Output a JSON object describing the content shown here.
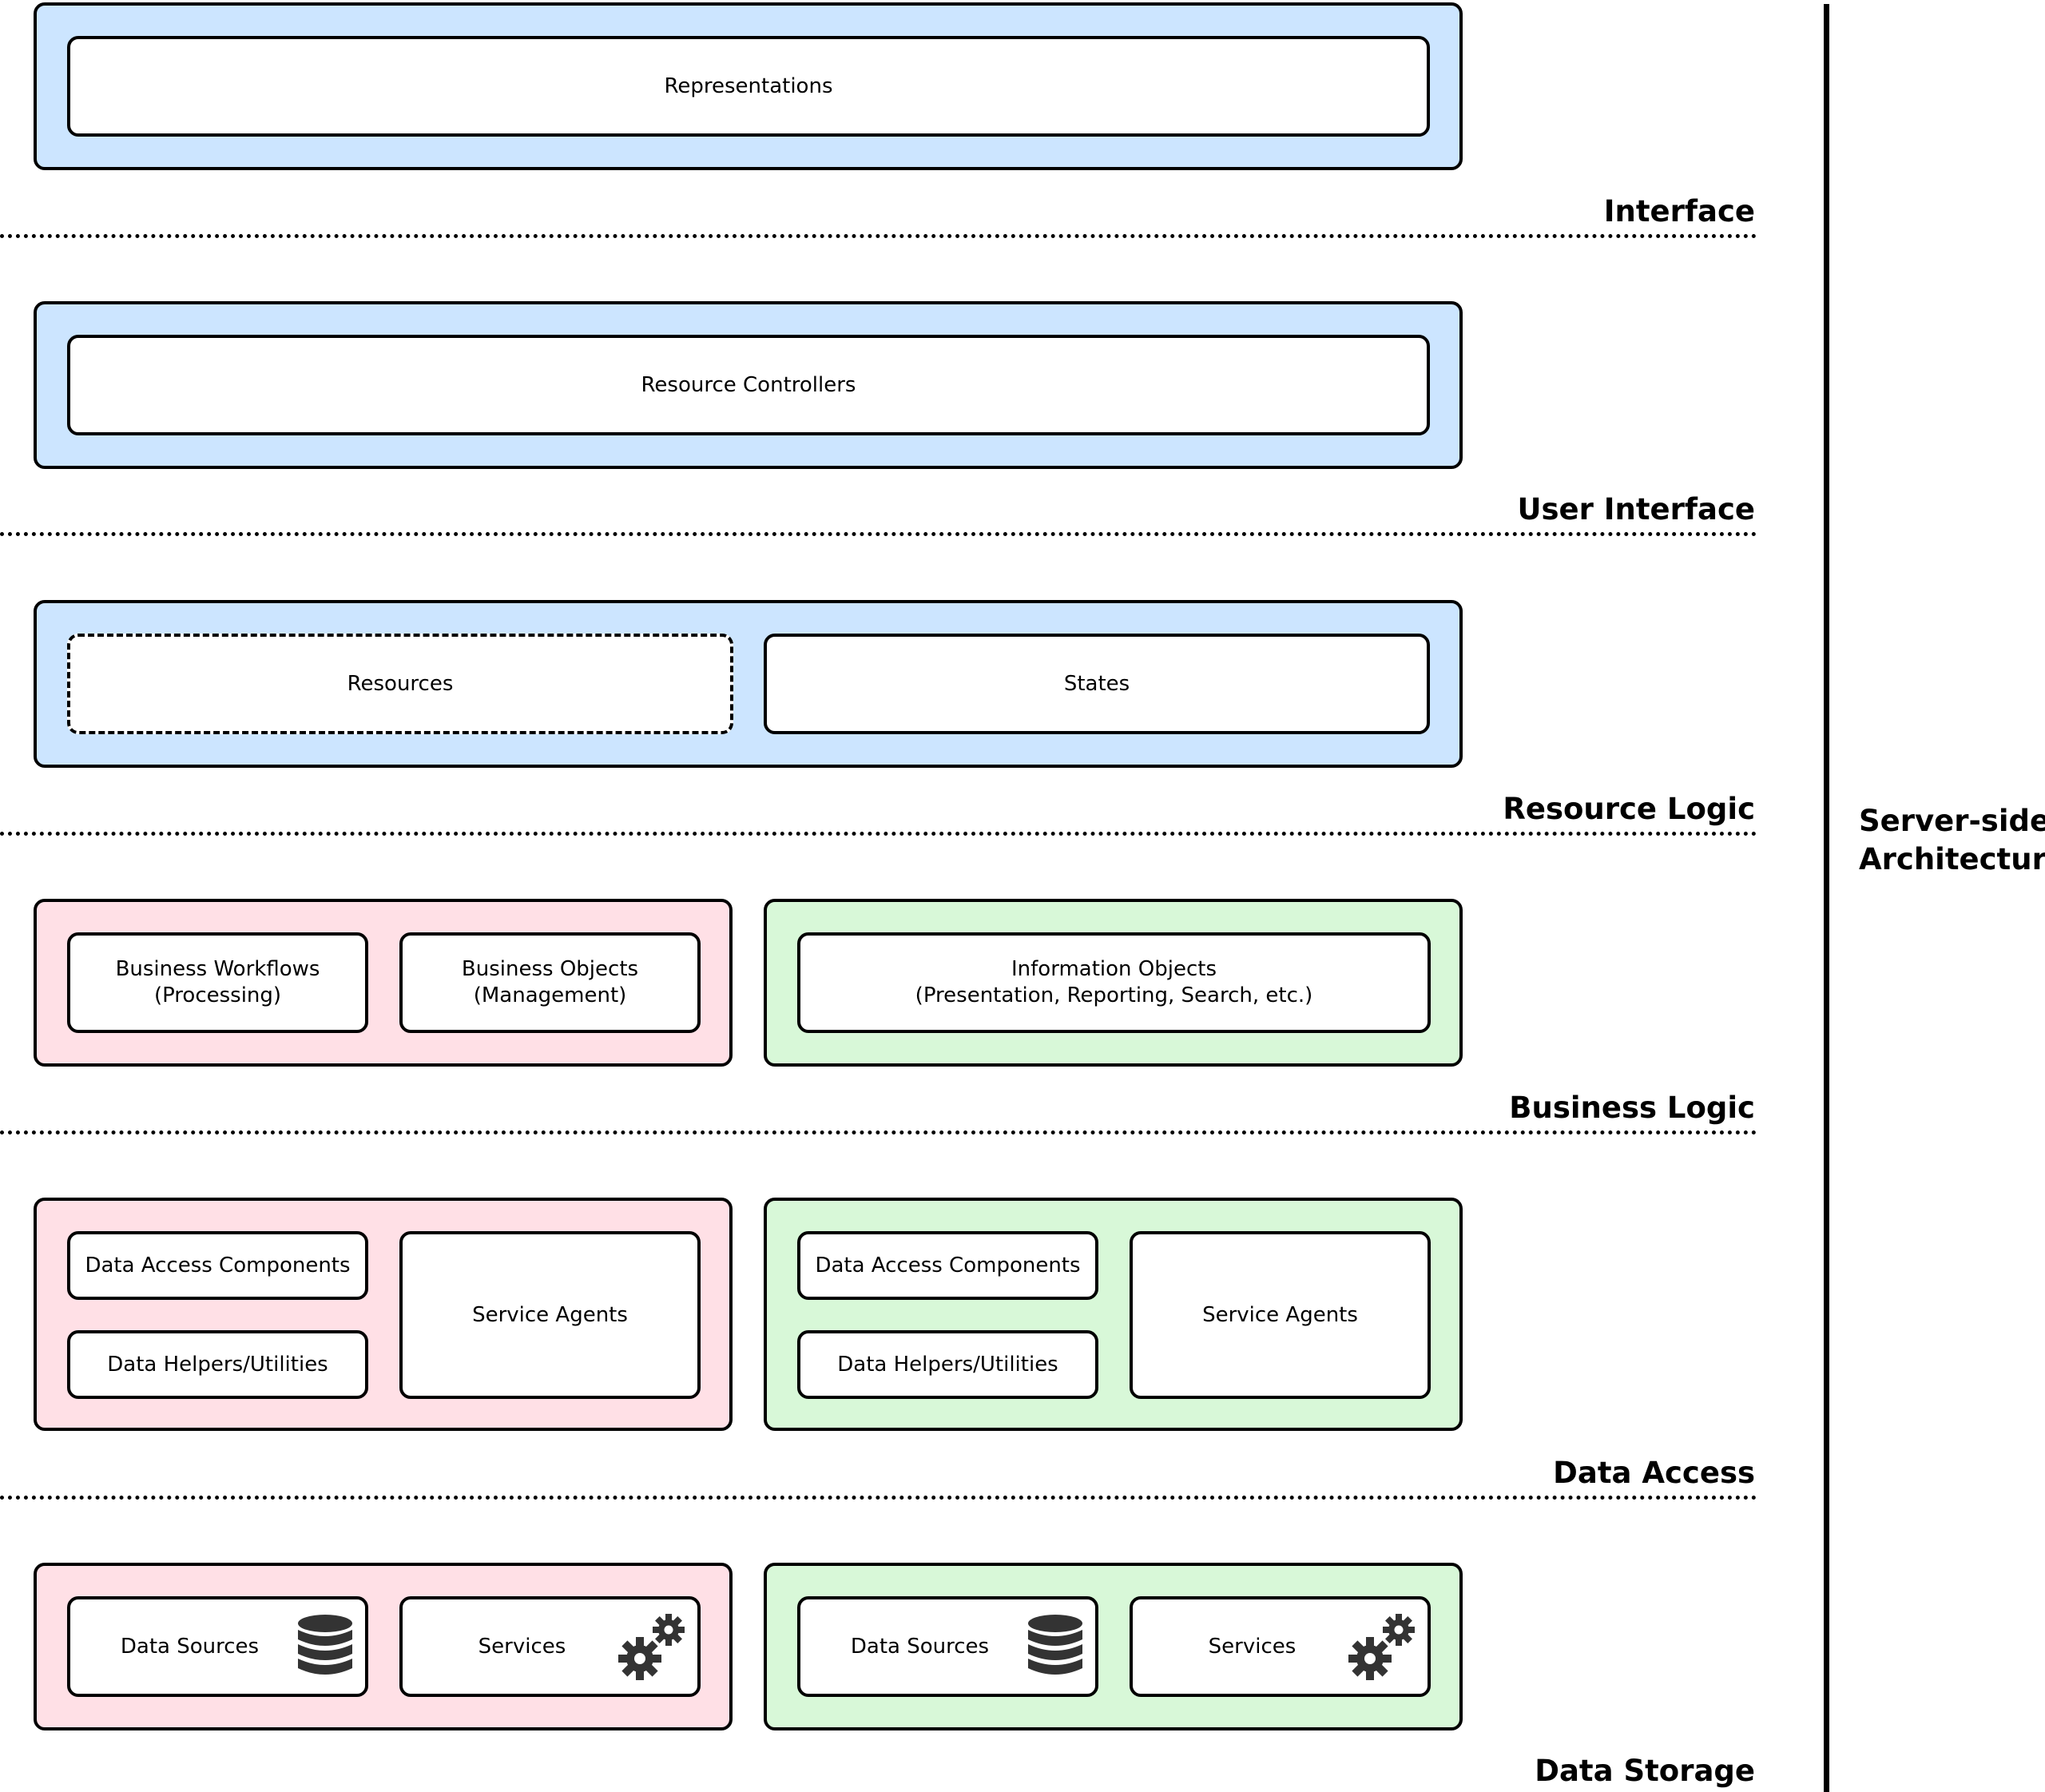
{
  "layers": {
    "interface": "Interface",
    "user_interface": "User Interface",
    "resource_logic": "Resource Logic",
    "business_logic": "Business Logic",
    "data_access": "Data Access",
    "data_storage": "Data Storage"
  },
  "architecture": {
    "line1": "Server-side",
    "line2": "Architecture"
  },
  "interface_layer": {
    "representations": "Representations"
  },
  "user_interface_layer": {
    "resource_controllers": "Resource Controllers"
  },
  "resource_logic_layer": {
    "resources": "Resources",
    "states": "States"
  },
  "business_logic_layer": {
    "workflows": {
      "line1": "Business Workflows",
      "line2": "(Processing)"
    },
    "objects": {
      "line1": "Business Objects",
      "line2": "(Management)"
    },
    "information": {
      "line1": "Information Objects",
      "line2": "(Presentation, Reporting, Search, etc.)"
    }
  },
  "data_access_layer": {
    "left": {
      "components": "Data Access Components",
      "helpers": "Data Helpers/Utilities",
      "agents": "Service Agents"
    },
    "right": {
      "components": "Data Access Components",
      "helpers": "Data Helpers/Utilities",
      "agents": "Service Agents"
    }
  },
  "data_storage_layer": {
    "left": {
      "sources": "Data Sources",
      "services": "Services",
      "sources_icon": "database-icon",
      "services_icon": "gears-icon"
    },
    "right": {
      "sources": "Data Sources",
      "services": "Services",
      "sources_icon": "database-icon",
      "services_icon": "gears-icon"
    }
  },
  "colors": {
    "blue": "#cce5ff",
    "pink": "#ffe0e6",
    "green": "#d8f8d8"
  }
}
